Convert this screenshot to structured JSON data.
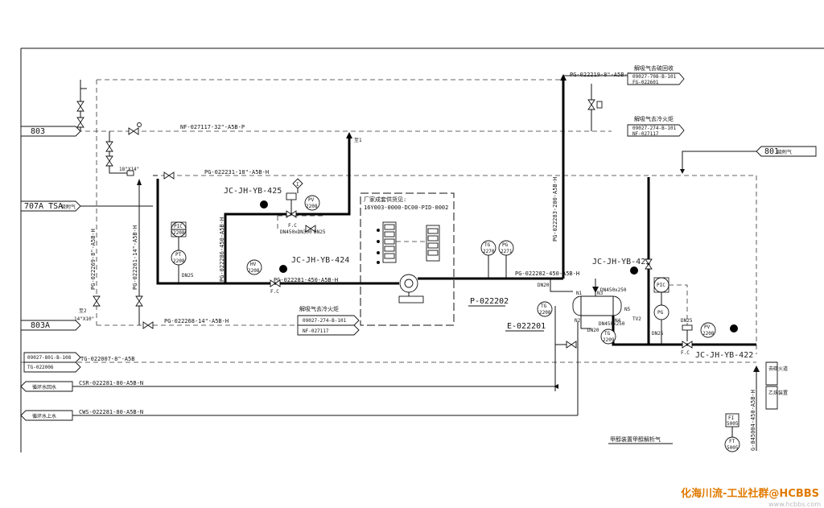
{
  "connectors": {
    "c803": "803",
    "c707a": "707A TSA",
    "c707a_suffix": "吸附气",
    "c803a": "803A",
    "c801": "801",
    "c801_suffix": "吸附气"
  },
  "lines": {
    "nf027117": "NF-027117-32\"-A5B-P",
    "pg022231": "PG-022231-18\"-A5B-H",
    "pg022219": "PG-022219-8\"-A5B-H",
    "pg022281": "PG-022281-450-A5B-H",
    "pg022282": "PG-022282-450-A5B-H",
    "pg022268": "PG-022268-14\"-A5B-H",
    "pg022269": "PG-022269-8\"-A5B-H",
    "pg022261": "PG-022261-14\"-A5B-H",
    "pg022286": "PG-022286-450-A5B-H",
    "pg022283": "PG-022283-200-A5B-H",
    "tg022007": "TG-022007-8\"-A5B",
    "csr": "CSR-022281-80-A5B-N",
    "cws": "CWS-022281-80-A5B-N",
    "g045004": "G-045004-450-A5B-H"
  },
  "tags": {
    "jc425": "JC-JH-YB-425",
    "jc424": "JC-JH-YB-424",
    "jc423": "JC-JH-YB-423",
    "jc422": "JC-JH-YB-422",
    "p022202": "P-022202",
    "e022201": "E-022201"
  },
  "instruments": {
    "pic2208": [
      "PIC",
      "2208"
    ],
    "pt2208": [
      "PT",
      "2208"
    ],
    "pv2208a": [
      "PV",
      "2208"
    ],
    "hv2208": [
      "HV",
      "2208"
    ],
    "tg2270": [
      "TG",
      "2270"
    ],
    "pg2271": [
      "PG",
      "2271"
    ],
    "tg2208": [
      "TG",
      "2208"
    ],
    "tg2209": [
      "TG",
      "2209"
    ],
    "pic_r": [
      "PIC",
      ""
    ],
    "pg_r": [
      "PG",
      ""
    ],
    "pv2208b": [
      "PV",
      "2208"
    ],
    "fi5005": [
      "FI",
      "5005"
    ],
    "ft5005": [
      "FT",
      "5005"
    ]
  },
  "notes": {
    "vendor_title": "厂家成套供货见:",
    "vendor_doc": "16Y003-0000-DC00-PID-0002",
    "desorb_recover": "解吸气去硫回收",
    "ref1a": "09027-708-B-101",
    "ref1b": "FG-022601",
    "desorb_flare": "解吸气去冷火炬",
    "ref2a": "09027-274-B-101",
    "ref2b": "NF-027117",
    "desorb_flare2": "解吸气去冷火炬",
    "ref3a": "09027-274-B-101",
    "ref3b": "NF-027117",
    "ref4a": "09027-801-B-108",
    "ref4b": "TG-022006",
    "cw_return": "循环水回水",
    "cw_supply": "循环水上水",
    "methanol_gas": "甲醇装置甲醇解析气",
    "to_carbon": "去碳火道",
    "to_b": "乙炔装置",
    "dn25a": "DN25",
    "dn25b": "DN25",
    "dn25c": "DN25",
    "dn25d": "DN25",
    "dn20a": "DN20",
    "dn20b": "DN20",
    "dn450": "DN450x250",
    "dn450b": "DN450x250",
    "dn450c": "DN450xDN300",
    "n3": "N3",
    "n1": "N1",
    "n2": "N2",
    "n4": "N4",
    "n5": "N5",
    "sz18": "18\"X14\"",
    "sz14": "14\"X10\"",
    "fc1": "F.C",
    "fc2": "F.C",
    "fc3": "F.C",
    "lbl2": "至2",
    "lbl1": "至1",
    "tv2": "TV2"
  },
  "watermark": "化海川流-工业社群@HCBBS",
  "watermark_sub": "www.hcbbs.com"
}
